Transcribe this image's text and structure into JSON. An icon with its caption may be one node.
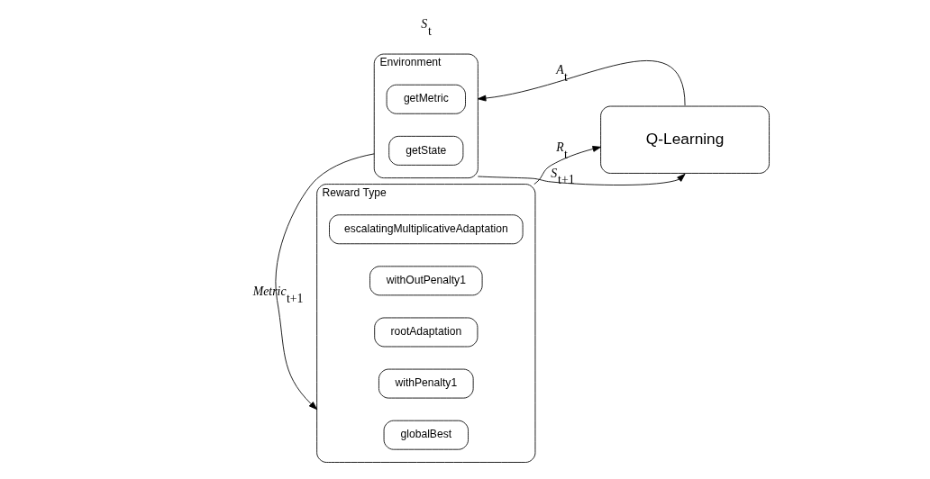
{
  "diagram": {
    "nodes": [
      {
        "text": [
          "Reward Type"
        ]
      },
      {
        "text": [
          "globalBest"
        ],
        "in": 0
      },
      {
        "text": [
          "withOutPenalty1"
        ],
        "in": 0
      },
      {
        "text": [
          "rootAdaptation"
        ],
        "in": 0
      },
      {
        "text": [
          "withPenalty1"
        ],
        "in": 0
      },
      {
        "text": [
          "escalatingMultiplicativeAdaptation"
        ],
        "in": 0
      },
      {
        "text": [
          "Q-Learning"
        ]
      },
      {
        "text": [
          "Environment"
        ]
      },
      {
        "text": [
          "getMetric"
        ],
        "in": 7
      },
      {
        "text": [
          "getState"
        ],
        "in": 7
      }
    ],
    "edges": [
      {
        "from": 7,
        "to": 6,
        "arrow": "to",
        "label": "S$_{t+1}$"
      },
      {
        "from": 0,
        "to": 6,
        "arrow": "to",
        "label": "R$_{t}$"
      },
      {
        "from": 6,
        "to": 7,
        "arrow": "to",
        "label": "A$_{t}$"
      },
      {
        "from": 7,
        "to": 0,
        "arrow": "to",
        "label": "Metric$_{t+1}$"
      }
    ],
    "labels": [
      "S$_{t}$"
    ]
  }
}
